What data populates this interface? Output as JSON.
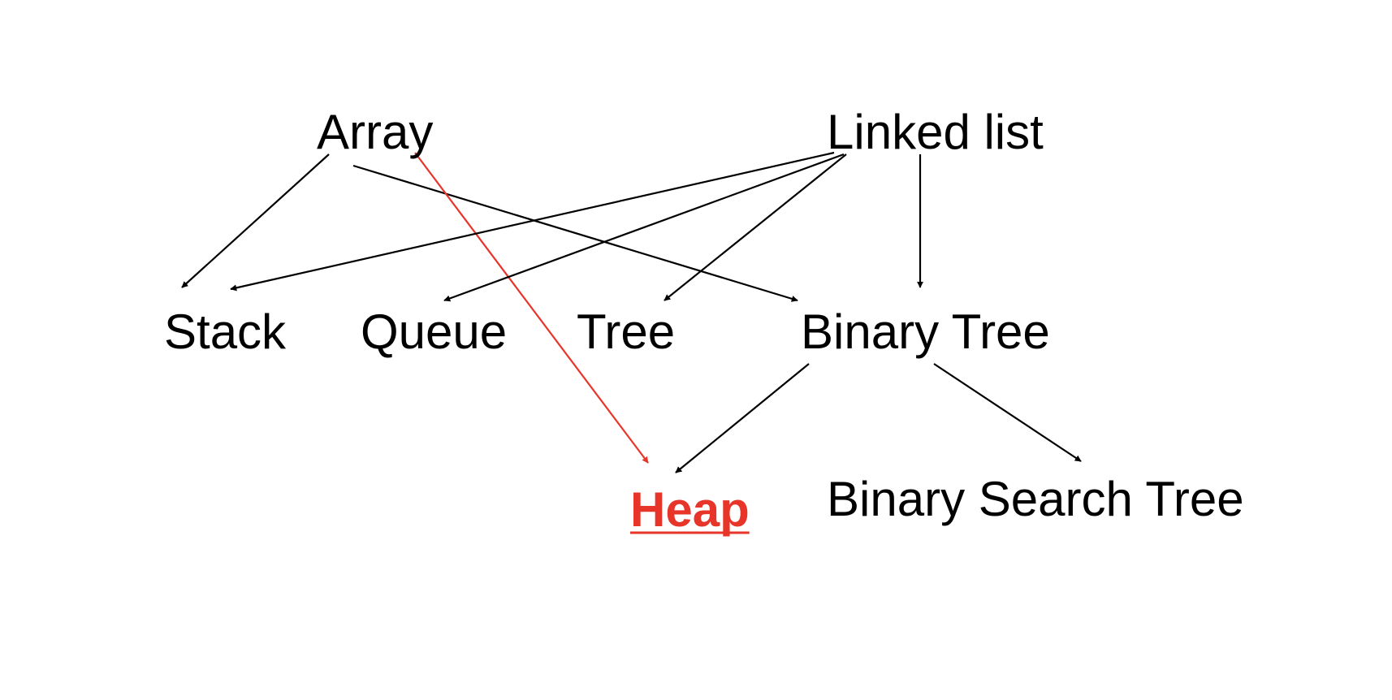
{
  "colors": {
    "text": "#000000",
    "highlight": "#e8352a",
    "background": "#ffffff"
  },
  "nodes": {
    "array": "Array",
    "linked_list": "Linked list",
    "stack": "Stack",
    "queue": "Queue",
    "tree": "Tree",
    "binary_tree": "Binary Tree",
    "heap": "Heap",
    "binary_search_tree": "Binary Search Tree"
  },
  "edges": [
    {
      "from": "array",
      "to": "stack",
      "color": "#000000"
    },
    {
      "from": "array",
      "to": "binary_tree",
      "color": "#000000"
    },
    {
      "from": "array",
      "to": "heap",
      "color": "#e8352a"
    },
    {
      "from": "linked_list",
      "to": "stack",
      "color": "#000000"
    },
    {
      "from": "linked_list",
      "to": "queue",
      "color": "#000000"
    },
    {
      "from": "linked_list",
      "to": "tree",
      "color": "#000000"
    },
    {
      "from": "linked_list",
      "to": "binary_tree",
      "color": "#000000"
    },
    {
      "from": "binary_tree",
      "to": "heap",
      "color": "#000000"
    },
    {
      "from": "binary_tree",
      "to": "binary_search_tree",
      "color": "#000000"
    }
  ]
}
